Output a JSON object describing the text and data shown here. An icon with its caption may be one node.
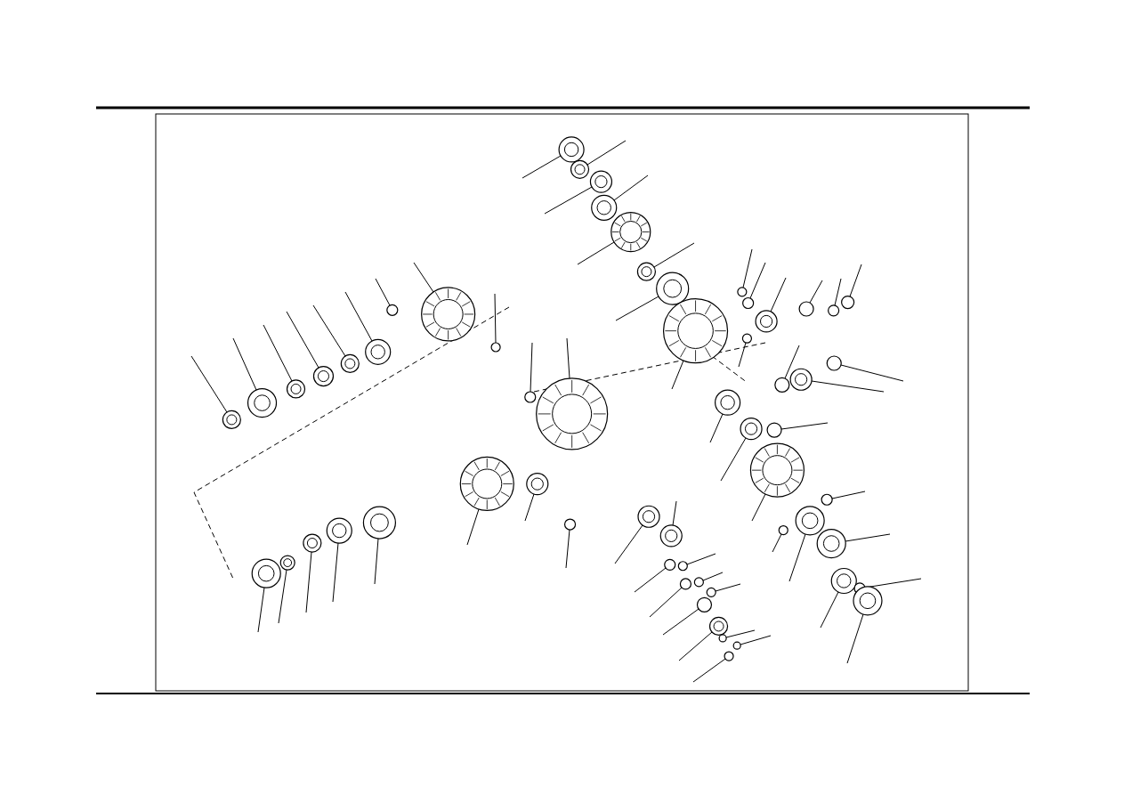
{
  "diagram": {
    "nodes": [
      {
        "text": [],
        "shape": "picture"
      },
      {
        "text": [],
        "shape": "picture"
      },
      {
        "text": [],
        "shape": "picture"
      },
      {
        "text": [],
        "shape": "picture"
      },
      {
        "text": [],
        "shape": "picture"
      },
      {
        "text": [],
        "shape": "picture"
      },
      {
        "text": [],
        "shape": "picture"
      },
      {
        "text": [],
        "shape": "circle"
      },
      {
        "text": [],
        "shape": "picture"
      },
      {
        "text": [],
        "shape": "picture"
      },
      {
        "text": [],
        "shape": "picture"
      },
      {
        "text": [],
        "shape": "picture"
      },
      {
        "text": [],
        "shape": "picture"
      },
      {
        "text": [],
        "shape": "picture"
      },
      {
        "text": [],
        "shape": "circle"
      },
      {
        "text": [],
        "shape": "picture"
      },
      {
        "text": [],
        "shape": "circle"
      },
      {
        "text": [],
        "shape": "circle"
      },
      {
        "text": [],
        "shape": "picture"
      },
      {
        "text": [],
        "shape": "circle"
      },
      {
        "text": [],
        "shape": "circle"
      },
      {
        "text": [],
        "shape": "circle"
      },
      {
        "text": [],
        "shape": "circle"
      },
      {
        "text": [],
        "shape": "picture"
      },
      {
        "text": [],
        "shape": "circle"
      },
      {
        "text": [],
        "shape": "circle"
      },
      {
        "text": [],
        "shape": "picture"
      },
      {
        "text": [],
        "shape": "picture"
      },
      {
        "text": [],
        "shape": "picture"
      },
      {
        "text": [],
        "shape": "circle"
      },
      {
        "text": [],
        "shape": "picture"
      },
      {
        "text": [],
        "shape": "circle"
      },
      {
        "text": [],
        "shape": "circle"
      },
      {
        "text": [],
        "shape": "picture"
      },
      {
        "text": [],
        "shape": "picture"
      },
      {
        "text": [],
        "shape": "picture"
      },
      {
        "text": [],
        "shape": "circle"
      },
      {
        "text": [],
        "shape": "picture"
      },
      {
        "text": [],
        "shape": "circle"
      },
      {
        "text": [],
        "shape": "picture"
      },
      {
        "text": [],
        "shape": "picture"
      },
      {
        "text": [],
        "shape": "picture"
      },
      {
        "text": [],
        "shape": "circle"
      },
      {
        "text": [],
        "shape": "picture"
      },
      {
        "text": [],
        "shape": "picture"
      },
      {
        "text": [],
        "shape": "circle"
      },
      {
        "text": [],
        "shape": "circle"
      },
      {
        "text": [],
        "shape": "circle"
      },
      {
        "text": [],
        "shape": "circle"
      },
      {
        "text": [],
        "shape": "circle"
      },
      {
        "text": [],
        "shape": "circle"
      },
      {
        "text": [],
        "shape": "picture"
      },
      {
        "text": [],
        "shape": "circle"
      },
      {
        "text": [],
        "shape": "circle"
      },
      {
        "text": [],
        "shape": "circle"
      },
      {
        "text": [],
        "shape": "picture"
      },
      {
        "text": [],
        "shape": "picture"
      },
      {
        "text": [],
        "shape": "picture"
      },
      {
        "text": [],
        "shape": "picture"
      },
      {
        "text": [],
        "shape": "picture"
      }
    ],
    "edges": [
      {
        "from": null,
        "to": 0,
        "arrow": "none"
      },
      {
        "from": null,
        "to": 1,
        "arrow": "none"
      },
      {
        "from": null,
        "to": 2,
        "arrow": "none"
      },
      {
        "from": null,
        "to": 3,
        "arrow": "none"
      },
      {
        "from": null,
        "to": 4,
        "arrow": "none"
      },
      {
        "from": null,
        "to": 5,
        "arrow": "none"
      },
      {
        "from": null,
        "to": 6,
        "arrow": "none"
      },
      {
        "from": null,
        "to": 7,
        "arrow": "none"
      },
      {
        "from": null,
        "to": 8,
        "arrow": "none"
      },
      {
        "from": null,
        "to": 9,
        "arrow": "none"
      },
      {
        "from": null,
        "to": 10,
        "arrow": "none"
      },
      {
        "from": null,
        "to": 11,
        "arrow": "none"
      },
      {
        "from": null,
        "to": 12,
        "arrow": "none"
      },
      {
        "from": null,
        "to": 13,
        "arrow": "none"
      },
      {
        "from": null,
        "to": 14,
        "arrow": "none"
      },
      {
        "from": null,
        "to": 15,
        "arrow": "none"
      },
      {
        "from": null,
        "to": 16,
        "arrow": "none"
      },
      {
        "from": null,
        "to": 17,
        "arrow": "none"
      },
      {
        "from": null,
        "to": 18,
        "arrow": "none"
      },
      {
        "from": null,
        "to": 19,
        "arrow": "none"
      },
      {
        "from": null,
        "to": 20,
        "arrow": "none"
      },
      {
        "from": null,
        "to": 21,
        "arrow": "none"
      },
      {
        "from": null,
        "to": 22,
        "arrow": "none"
      },
      {
        "from": null,
        "to": 23,
        "arrow": "none"
      },
      {
        "from": null,
        "to": 24,
        "arrow": "none"
      },
      {
        "from": null,
        "to": 25,
        "arrow": "none"
      },
      {
        "from": null,
        "to": 26,
        "arrow": "none"
      },
      {
        "from": null,
        "to": 27,
        "arrow": "none"
      },
      {
        "from": null,
        "to": 28,
        "arrow": "none"
      },
      {
        "from": null,
        "to": 29,
        "arrow": "none"
      },
      {
        "from": null,
        "to": 30,
        "arrow": "none"
      },
      {
        "from": null,
        "to": 31,
        "arrow": "none"
      },
      {
        "from": null,
        "to": 32,
        "arrow": "none"
      },
      {
        "from": null,
        "to": 33,
        "arrow": "none"
      },
      {
        "from": null,
        "to": 34,
        "arrow": "none"
      },
      {
        "from": null,
        "to": 35,
        "arrow": "none"
      },
      {
        "from": null,
        "to": 36,
        "arrow": "none"
      },
      {
        "from": null,
        "to": 37,
        "arrow": "none"
      },
      {
        "from": null,
        "to": 38,
        "arrow": "none"
      },
      {
        "from": null,
        "to": 39,
        "arrow": "none"
      },
      {
        "from": null,
        "to": 40,
        "arrow": "none"
      },
      {
        "from": null,
        "to": 41,
        "arrow": "none"
      },
      {
        "from": null,
        "to": 42,
        "arrow": "none"
      },
      {
        "from": null,
        "to": 43,
        "arrow": "none"
      },
      {
        "from": null,
        "to": 44,
        "arrow": "none"
      },
      {
        "from": null,
        "to": 45,
        "arrow": "none"
      },
      {
        "from": null,
        "to": 46,
        "arrow": "none"
      },
      {
        "from": null,
        "to": 47,
        "arrow": "none"
      },
      {
        "from": null,
        "to": 48,
        "arrow": "none"
      },
      {
        "from": null,
        "to": 49,
        "arrow": "none"
      },
      {
        "from": null,
        "to": 50,
        "arrow": "none"
      },
      {
        "from": null,
        "to": 51,
        "arrow": "none"
      },
      {
        "from": null,
        "to": 52,
        "arrow": "none"
      },
      {
        "from": null,
        "to": 53,
        "arrow": "none"
      },
      {
        "from": null,
        "to": 54,
        "arrow": "none"
      },
      {
        "from": null,
        "to": 55,
        "arrow": "none"
      },
      {
        "from": null,
        "to": 56,
        "arrow": "none"
      },
      {
        "from": null,
        "to": 57,
        "arrow": "none"
      },
      {
        "from": null,
        "to": 58,
        "arrow": "none"
      },
      {
        "from": null,
        "to": 59,
        "arrow": "none"
      }
    ]
  }
}
